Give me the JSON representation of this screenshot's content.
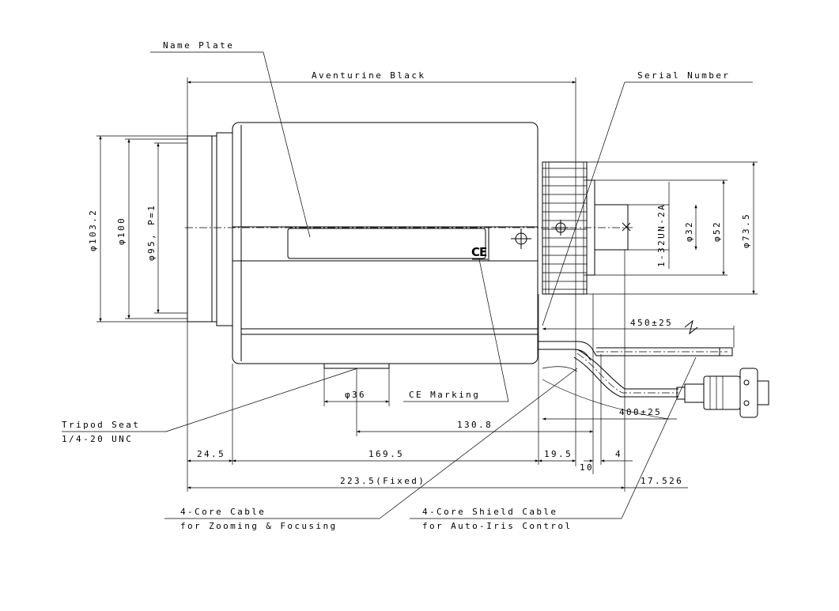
{
  "labels": {
    "name_plate": "Name Plate",
    "color": "Aventurine Black",
    "serial_number": "Serial Number",
    "ce_marking": "CE Marking",
    "tripod_seat": "Tripod Seat",
    "tripod_thread": "1/4-20 UNC",
    "cable_zoom_title": "4-Core Cable",
    "cable_zoom_desc": "for Zooming & Focusing",
    "cable_iris_title": "4-Core Shield Cable",
    "cable_iris_desc": "for Auto-Iris Control",
    "thread_spec": "1-32UN-2A",
    "ce_mark": "CE"
  },
  "dimensions": {
    "dia_103_2": "φ103.2",
    "dia_100": "φ100",
    "dia_95": "φ95, P=1",
    "dia_32": "φ32",
    "dia_52": "φ52",
    "dia_73_5": "φ73.5",
    "dia_36": "φ36",
    "cable_450": "450±25",
    "cable_400": "400±25",
    "len_130_8": "130.8",
    "len_24_5": "24.5",
    "len_169_5": "169.5",
    "len_19_5": "19.5",
    "len_4": "4",
    "len_10": "10",
    "len_223_5": "223.5(Fixed)",
    "len_17_526": "17.526"
  }
}
